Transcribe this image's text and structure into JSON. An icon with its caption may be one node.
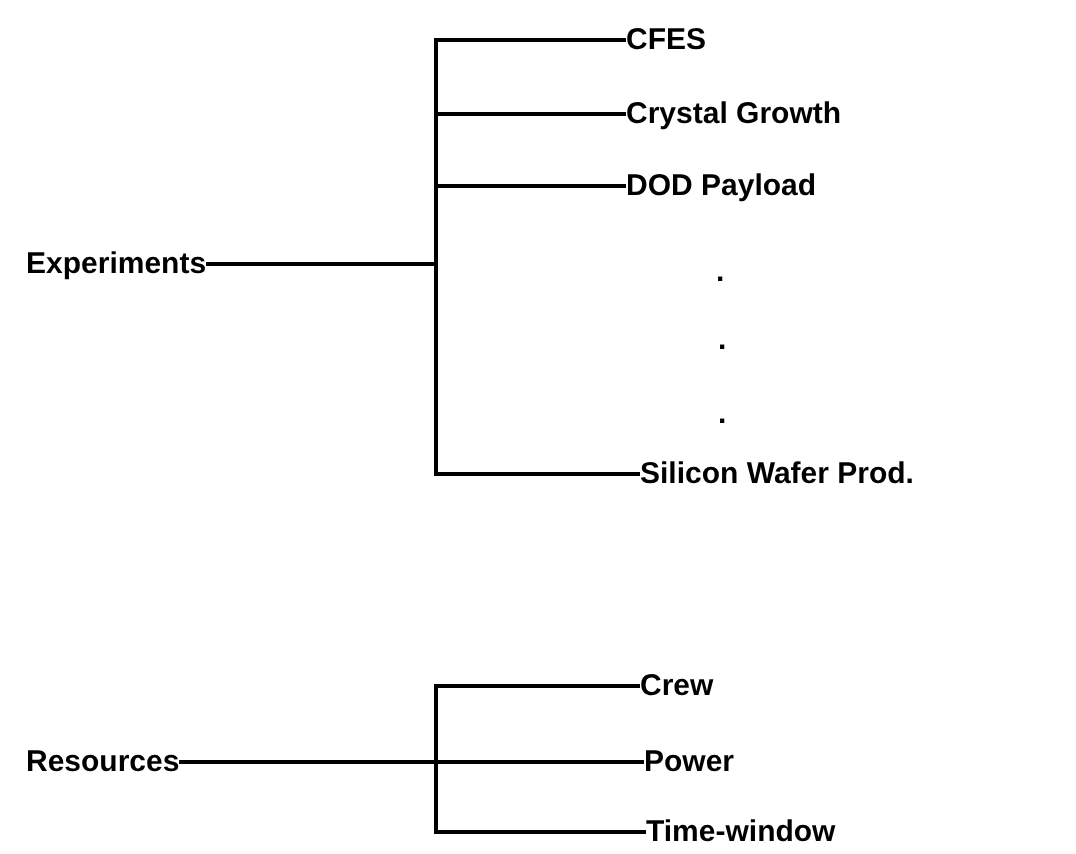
{
  "diagram": {
    "nodes": [
      {
        "text": [
          "Experiments"
        ]
      },
      {
        "text": [
          "CFES"
        ]
      },
      {
        "text": [
          "Crystal Growth"
        ]
      },
      {
        "text": [
          "DOD Payload"
        ]
      },
      {
        "text": [
          "Silicon Wafer Prod."
        ]
      },
      {
        "text": [
          "Resources"
        ]
      },
      {
        "text": [
          "Crew"
        ]
      },
      {
        "text": [
          "Power"
        ]
      },
      {
        "text": [
          "Time-window"
        ]
      }
    ],
    "edges": [
      {
        "from": 0,
        "to": 1,
        "arrow": "none"
      },
      {
        "from": 0,
        "to": 2,
        "arrow": "none"
      },
      {
        "from": 0,
        "to": 3,
        "arrow": "none"
      },
      {
        "from": 0,
        "to": 4,
        "arrow": "none"
      },
      {
        "from": 5,
        "to": 6,
        "arrow": "none"
      },
      {
        "from": 5,
        "to": 7,
        "arrow": "none"
      },
      {
        "from": 5,
        "to": 8,
        "arrow": "none"
      }
    ],
    "labels": [
      ".",
      ".",
      "."
    ]
  }
}
